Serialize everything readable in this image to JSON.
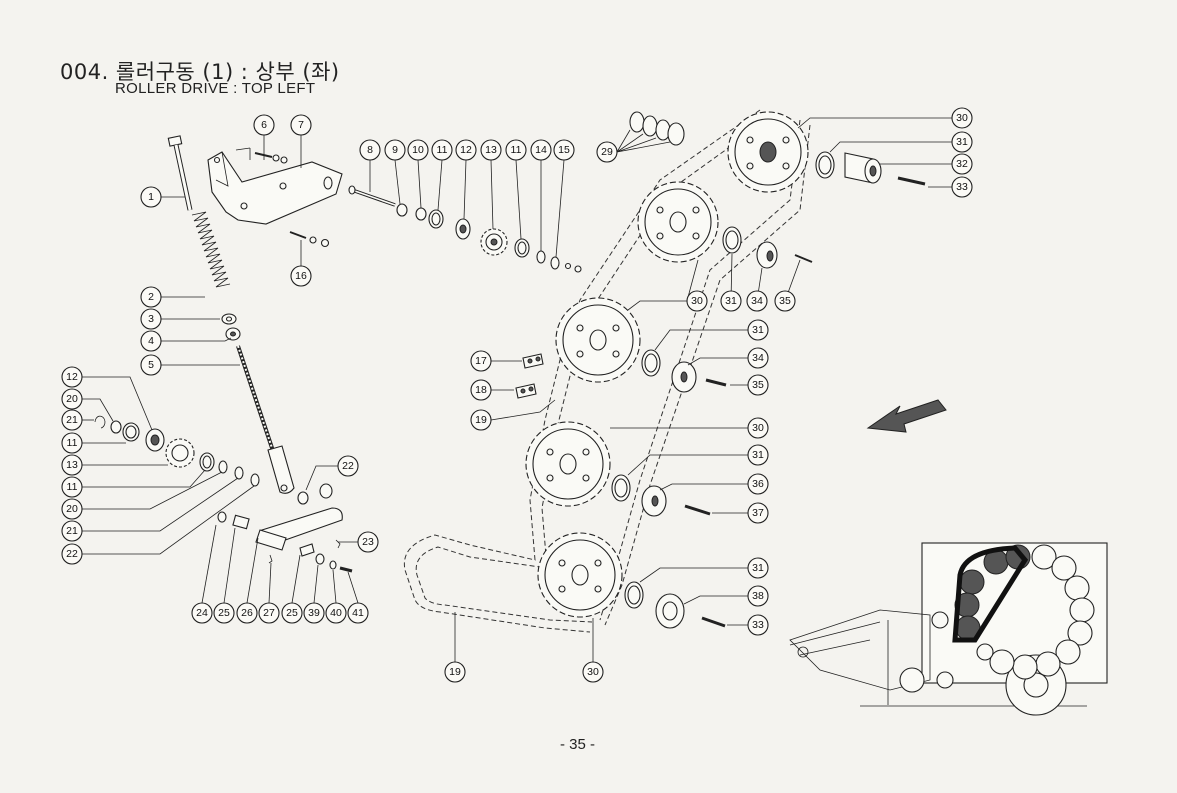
{
  "header": {
    "title": "004. 롤러구동 (1) : 상부 (좌)",
    "subtitle": "ROLLER DRIVE : TOP LEFT"
  },
  "footer": {
    "page_number": "- 35 -"
  },
  "callouts": [
    {
      "id": "c1",
      "label": "1"
    },
    {
      "id": "c2",
      "label": "2"
    },
    {
      "id": "c3",
      "label": "3"
    },
    {
      "id": "c4",
      "label": "4"
    },
    {
      "id": "c5",
      "label": "5"
    },
    {
      "id": "c6",
      "label": "6"
    },
    {
      "id": "c7",
      "label": "7"
    },
    {
      "id": "c8",
      "label": "8"
    },
    {
      "id": "c9",
      "label": "9"
    },
    {
      "id": "c10",
      "label": "10"
    },
    {
      "id": "c11a",
      "label": "11"
    },
    {
      "id": "c12a",
      "label": "12"
    },
    {
      "id": "c13a",
      "label": "13"
    },
    {
      "id": "c11b",
      "label": "11"
    },
    {
      "id": "c14",
      "label": "14"
    },
    {
      "id": "c15",
      "label": "15"
    },
    {
      "id": "c16",
      "label": "16"
    },
    {
      "id": "c12b",
      "label": "12"
    },
    {
      "id": "c20a",
      "label": "20"
    },
    {
      "id": "c21a",
      "label": "21"
    },
    {
      "id": "c11c",
      "label": "11"
    },
    {
      "id": "c13b",
      "label": "13"
    },
    {
      "id": "c11d",
      "label": "11"
    },
    {
      "id": "c20b",
      "label": "20"
    },
    {
      "id": "c21b",
      "label": "21"
    },
    {
      "id": "c22a",
      "label": "22"
    },
    {
      "id": "c22b",
      "label": "22"
    },
    {
      "id": "c23",
      "label": "23"
    },
    {
      "id": "c24",
      "label": "24"
    },
    {
      "id": "c25a",
      "label": "25"
    },
    {
      "id": "c26",
      "label": "26"
    },
    {
      "id": "c27",
      "label": "27"
    },
    {
      "id": "c25b",
      "label": "25"
    },
    {
      "id": "c39",
      "label": "39"
    },
    {
      "id": "c40",
      "label": "40"
    },
    {
      "id": "c41",
      "label": "41"
    },
    {
      "id": "c17",
      "label": "17"
    },
    {
      "id": "c18",
      "label": "18"
    },
    {
      "id": "c19a",
      "label": "19"
    },
    {
      "id": "c19b",
      "label": "19"
    },
    {
      "id": "c29",
      "label": "29"
    },
    {
      "id": "c30a",
      "label": "30"
    },
    {
      "id": "c31a",
      "label": "31"
    },
    {
      "id": "c32",
      "label": "32"
    },
    {
      "id": "c33a",
      "label": "33"
    },
    {
      "id": "c30b",
      "label": "30"
    },
    {
      "id": "c31b",
      "label": "31"
    },
    {
      "id": "c34a",
      "label": "34"
    },
    {
      "id": "c35a",
      "label": "35"
    },
    {
      "id": "c31c",
      "label": "31"
    },
    {
      "id": "c34b",
      "label": "34"
    },
    {
      "id": "c35b",
      "label": "35"
    },
    {
      "id": "c30c",
      "label": "30"
    },
    {
      "id": "c31d",
      "label": "31"
    },
    {
      "id": "c36",
      "label": "36"
    },
    {
      "id": "c37",
      "label": "37"
    },
    {
      "id": "c31e",
      "label": "31"
    },
    {
      "id": "c38",
      "label": "38"
    },
    {
      "id": "c33b",
      "label": "33"
    },
    {
      "id": "c30d",
      "label": "30"
    }
  ]
}
